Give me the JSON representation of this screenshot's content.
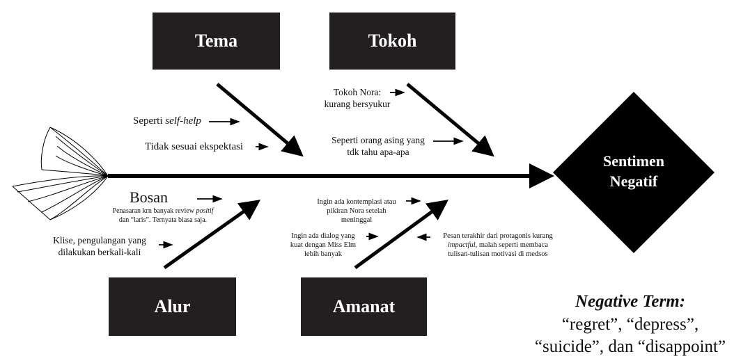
{
  "effect": {
    "line1": "Sentimen",
    "line2": "Negatif"
  },
  "categories": {
    "tema": "Tema",
    "tokoh": "Tokoh",
    "alur": "Alur",
    "amanat": "Amanat"
  },
  "causes": {
    "tema": [
      {
        "pre": "Seperti ",
        "em": "self-help",
        "post": ""
      },
      {
        "text": "Tidak sesuai ekspektasi"
      }
    ],
    "tokoh": [
      {
        "line1": "Tokoh Nora:",
        "line2": "kurang bersyukur"
      },
      {
        "line1": "Seperti orang asing yang",
        "line2": "tdk tahu apa-apa"
      }
    ],
    "alur": [
      {
        "text": "Bosan"
      },
      {
        "line1_pre": "Penasaran krn banyak review ",
        "line1_em": "positif",
        "line2": "dan “laris”. Ternyata biasa saja."
      },
      {
        "line1": "Klise, pengulangan yang",
        "line2": "dilakukan berkali-kali"
      }
    ],
    "amanat": [
      {
        "line1": "Ingin ada kontemplasi atau",
        "line2": "pikiran Nora setelah",
        "line3": "meninggal"
      },
      {
        "line1": "Ingin ada dialog yang",
        "line2": "kuat dengan Miss Elm",
        "line3": "lebih banyak"
      },
      {
        "line1": "Pesan terakhir dari protagonis  kurang",
        "line2_em": "impactful",
        "line2_post": ", malah seperti membaca",
        "line3": "tulisan-tulisan motivasi di medsos"
      }
    ]
  },
  "negative_term": {
    "title": "Negative Term:",
    "line2": "“regret”, “depress”,",
    "line3": "“suicide”, dan “disappoint”"
  },
  "colors": {
    "box": "#231f20",
    "line": "#000000",
    "background": "#ffffff"
  }
}
